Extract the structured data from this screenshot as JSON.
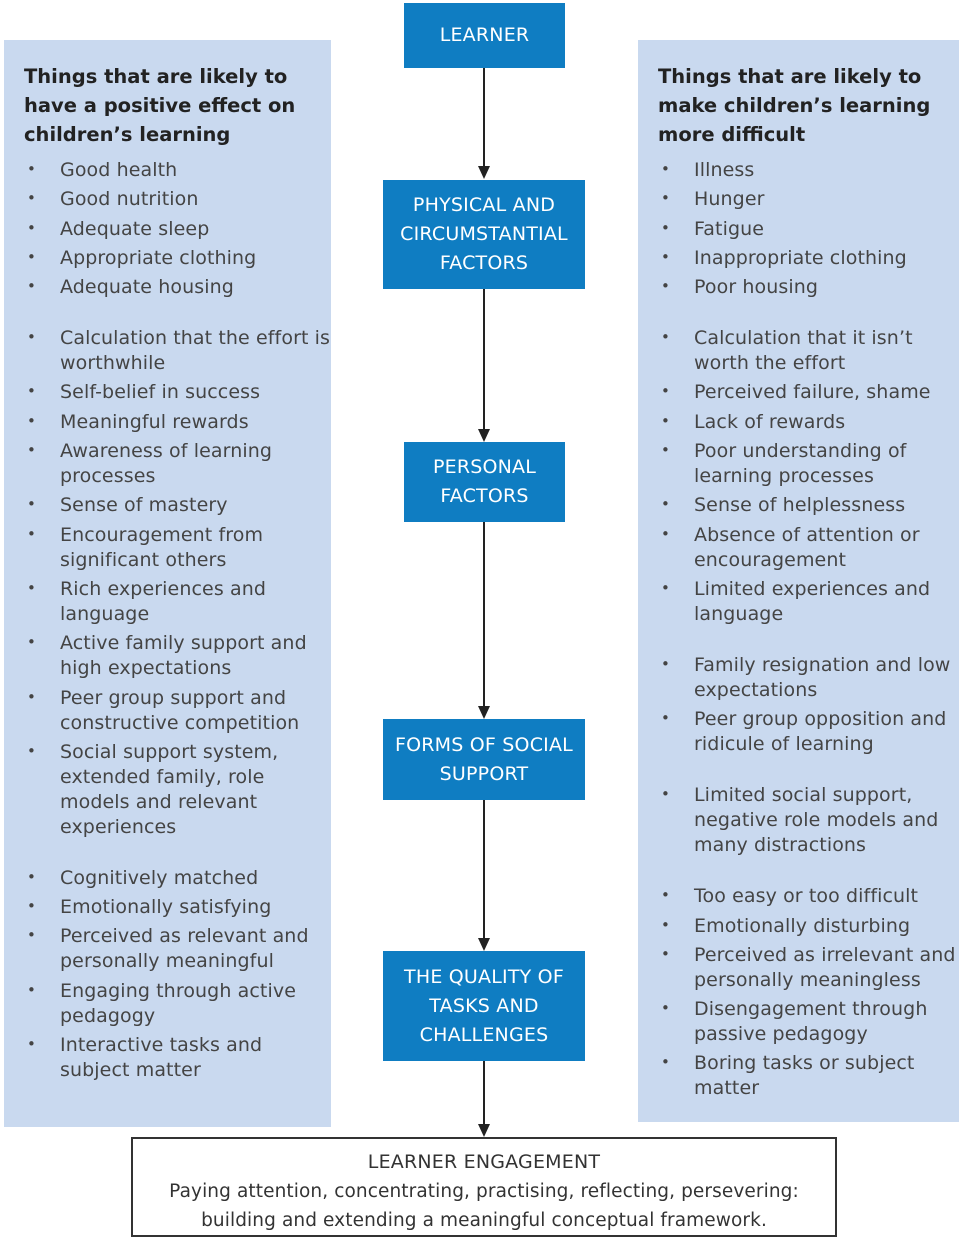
{
  "flow": {
    "learner": "LEARNER",
    "physical": "PHYSICAL AND CIRCUMSTANTIAL FACTORS",
    "personal": "PERSONAL FACTORS",
    "social": "FORMS OF SOCIAL SUPPORT",
    "tasks": "THE QUALITY OF TASKS AND CHALLENGES"
  },
  "engagement": {
    "title": "LEARNER ENGAGEMENT",
    "line1": "Paying attention, concentrating, practising, reflecting, persevering:",
    "line2": "building and extending a meaningful conceptual framework."
  },
  "left": {
    "title": "Things that are likely to have a positive effect on children’s learning",
    "items": [
      "Good health",
      "Good nutrition",
      "Adequate sleep",
      "Appropriate clothing",
      "Adequate housing",
      "Calculation that the effort is worthwhile",
      "Self-belief in success",
      "Meaningful rewards",
      "Awareness of learning processes",
      "Sense of mastery",
      "Encouragement from significant others",
      "Rich experiences and language",
      "Active family support and high expectations",
      "Peer group support and constructive competition",
      "Social support system, extended family, role models and relevant experiences",
      "Cognitively matched",
      "Emotionally satisfying",
      "Perceived as relevant and personally meaningful",
      "Engaging through active pedagogy",
      "Interactive tasks and subject matter"
    ]
  },
  "right": {
    "title": "Things that are likely to make children’s learning more difficult",
    "items": [
      "Illness",
      "Hunger",
      "Fatigue",
      "Inappropriate clothing",
      "Poor housing",
      "Calculation that it isn’t worth the effort",
      "Perceived failure, shame",
      "Lack of rewards",
      "Poor understanding of learning processes",
      "Sense of helplessness",
      "Absence of attention or encouragement",
      "Limited experiences and language",
      "Family resignation and low expectations",
      "Peer group opposition and ridicule of learning",
      "Limited social support, negative role models and many distractions",
      "Too easy or too difficult",
      "Emotionally disturbing",
      "Perceived as irrelevant and personally meaningless",
      "Disengagement through passive pedagogy",
      "Boring tasks or subject matter"
    ]
  },
  "bullet_symbol": "•"
}
